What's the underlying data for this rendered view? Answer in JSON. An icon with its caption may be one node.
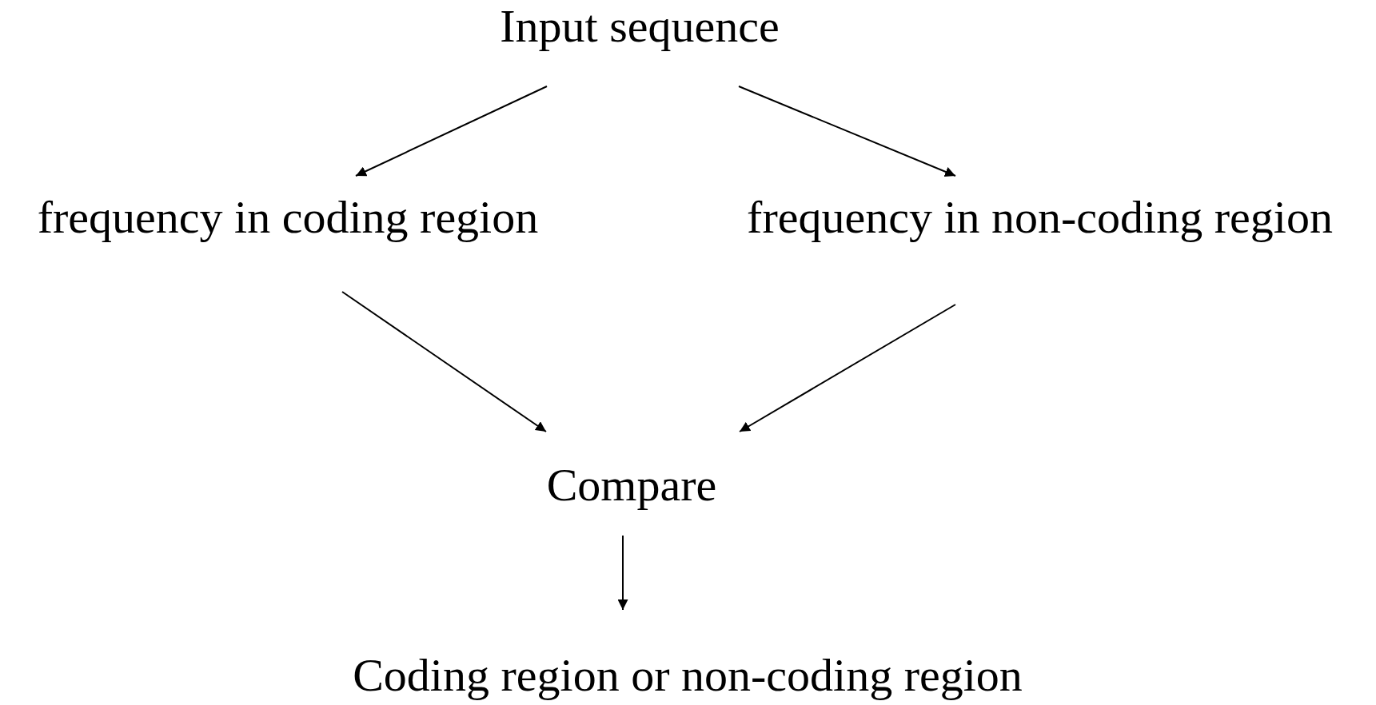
{
  "diagram": {
    "nodes": [
      {
        "text": [
          "Input sequence"
        ]
      },
      {
        "text": [
          "frequency in coding region"
        ]
      },
      {
        "text": [
          "frequency in non-coding region"
        ]
      },
      {
        "text": [
          "Compare"
        ]
      },
      {
        "text": [
          "Coding region or non-coding region"
        ]
      }
    ],
    "edges": [
      {
        "from": 0,
        "to": 1,
        "arrow": "to"
      },
      {
        "from": 0,
        "to": 2,
        "arrow": "to"
      },
      {
        "from": 1,
        "to": 3,
        "arrow": "to"
      },
      {
        "from": 2,
        "to": 3,
        "arrow": "to"
      },
      {
        "from": 3,
        "to": 4,
        "arrow": "to"
      }
    ]
  }
}
